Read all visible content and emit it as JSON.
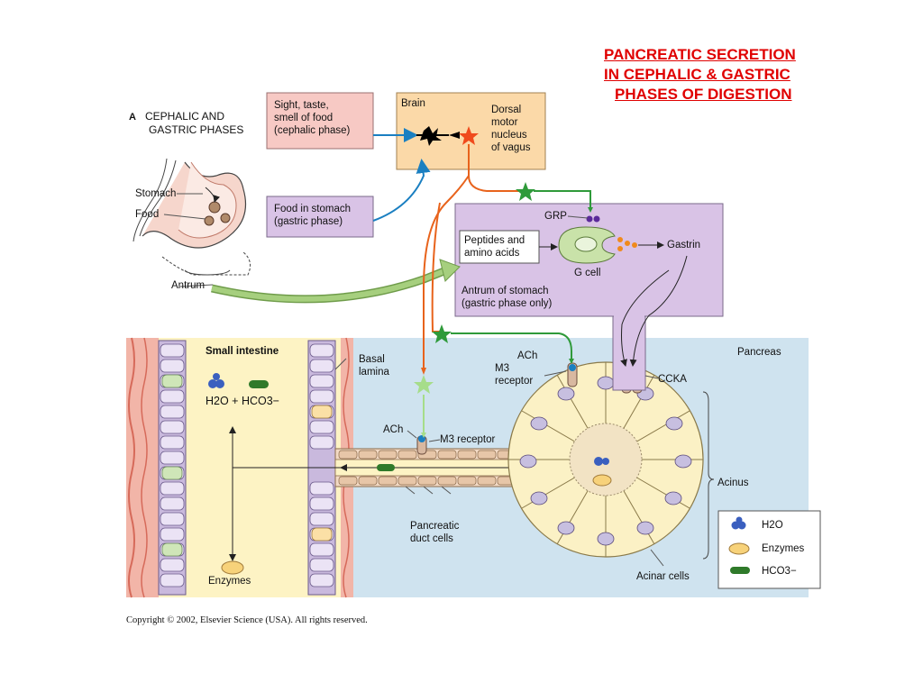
{
  "title": {
    "line1": "PANCREATIC SECRETION",
    "line2": "IN CEPHALIC & GASTRIC",
    "line3": "PHASES OF DIGESTION"
  },
  "panel": {
    "letter": "A",
    "heading_line1": "CEPHALIC AND",
    "heading_line2": "GASTRIC PHASES"
  },
  "boxes": {
    "sight": [
      "Sight, taste,",
      "smell of food",
      "(cephalic phase)"
    ],
    "food_stomach": [
      "Food in stomach",
      "(gastric phase)"
    ],
    "brain": "Brain",
    "dorsal": [
      "Dorsal",
      "motor",
      "nucleus",
      "of vagus"
    ],
    "peptides": [
      "Peptides and",
      "amino acids"
    ],
    "antrum_box": [
      "Antrum of stomach",
      "(gastric phase only)"
    ]
  },
  "labels": {
    "stomach": "Stomach",
    "food": "Food",
    "antrum": "Antrum",
    "grp": "GRP",
    "gcell": "G cell",
    "gastrin": "Gastrin",
    "small_intestine": "Small intestine",
    "basal_lamina": [
      "Basal",
      "lamina"
    ],
    "pancreas": "Pancreas",
    "ach_top": "ACh",
    "m3_receptor_top": [
      "M3",
      "receptor"
    ],
    "cck": "CCKA",
    "ach_mid": "ACh",
    "m3_receptor_mid": "M3 receptor",
    "acinus": "Acinus",
    "pancreatic_duct": [
      "Pancreatic",
      "duct cells"
    ],
    "acinar_cells": "Acinar cells",
    "enzymes_intestine": "Enzymes",
    "h2o_hco3": "H2O + HCO3−"
  },
  "legend": {
    "items": [
      {
        "label": "H2O",
        "icon": "water-icon"
      },
      {
        "label": "Enzymes",
        "icon": "enzyme-icon"
      },
      {
        "label": "HCO3−",
        "icon": "bicarbonate-icon"
      }
    ]
  },
  "copyright": "Copyright © 2002, Elsevier Science (USA).  All rights reserved.",
  "colors": {
    "title": "#e00000",
    "pink_box": "#f7c9c4",
    "orange_box": "#fbd9a8",
    "purple_box": "#d9c3e6",
    "pancreas_bg": "#cfe3ef",
    "intestine_bg": "#fdf3c4",
    "nerve_blue": "#1a7fc1",
    "nerve_orange": "#e8631c",
    "nerve_green": "#2f9a3a",
    "arrow_green": "#a6cf7e"
  }
}
